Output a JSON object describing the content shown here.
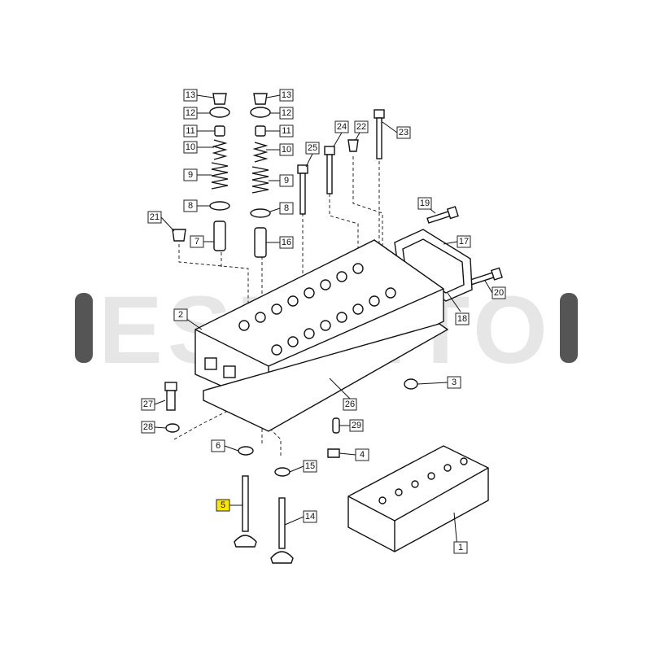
{
  "watermark": {
    "text": "ESPRITO"
  },
  "callouts": [
    {
      "id": "c13a",
      "text": "13"
    },
    {
      "id": "c13b",
      "text": "13"
    },
    {
      "id": "c12a",
      "text": "12"
    },
    {
      "id": "c12b",
      "text": "12"
    },
    {
      "id": "c11a",
      "text": "11"
    },
    {
      "id": "c11b",
      "text": "11"
    },
    {
      "id": "c10a",
      "text": "10"
    },
    {
      "id": "c10b",
      "text": "10"
    },
    {
      "id": "c9a",
      "text": "9"
    },
    {
      "id": "c9b",
      "text": "9"
    },
    {
      "id": "c8a",
      "text": "8"
    },
    {
      "id": "c8b",
      "text": "8"
    },
    {
      "id": "c21",
      "text": "21"
    },
    {
      "id": "c7",
      "text": "7"
    },
    {
      "id": "c16",
      "text": "16"
    },
    {
      "id": "c25",
      "text": "25"
    },
    {
      "id": "c24",
      "text": "24"
    },
    {
      "id": "c22",
      "text": "22"
    },
    {
      "id": "c23",
      "text": "23"
    },
    {
      "id": "c19",
      "text": "19"
    },
    {
      "id": "c17",
      "text": "17"
    },
    {
      "id": "c20",
      "text": "20"
    },
    {
      "id": "c18",
      "text": "18"
    },
    {
      "id": "c2",
      "text": "2"
    },
    {
      "id": "c3",
      "text": "3"
    },
    {
      "id": "c26",
      "text": "26"
    },
    {
      "id": "c27",
      "text": "27"
    },
    {
      "id": "c28",
      "text": "28"
    },
    {
      "id": "c29",
      "text": "29"
    },
    {
      "id": "c6",
      "text": "6"
    },
    {
      "id": "c4",
      "text": "4"
    },
    {
      "id": "c15",
      "text": "15"
    },
    {
      "id": "c5",
      "text": "5"
    },
    {
      "id": "c14",
      "text": "14"
    },
    {
      "id": "c1",
      "text": "1"
    }
  ],
  "highlight": "5",
  "colors": {
    "highlight": "#ffe600",
    "watermark": "#e6e6e6",
    "line": "#111111"
  }
}
